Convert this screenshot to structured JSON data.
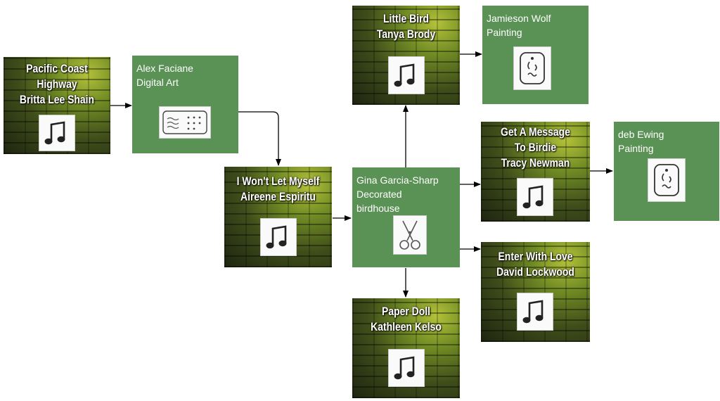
{
  "nodes": {
    "pacific": {
      "line1": "Pacific Coast",
      "line2": "Highway",
      "line3": "Britta Lee Shain",
      "icon": "music-note-icon"
    },
    "alex": {
      "name": "Alex Faciane",
      "type": "Digital Art",
      "icon": "digital-art-icon"
    },
    "aireene": {
      "line1": "I Won't Let Myself",
      "line2": "Aireene Espiritu",
      "icon": "music-note-icon"
    },
    "gina": {
      "name": "Gina Garcia-Sharp",
      "type1": "Decorated",
      "type2": "birdhouse",
      "icon": "scissors-icon"
    },
    "littlebird": {
      "line1": "Little Bird",
      "line2": "Tanya Brody",
      "icon": "music-note-icon"
    },
    "jamieson": {
      "name": "Jamieson Wolf",
      "type": "Painting",
      "icon": "painting-icon"
    },
    "getmessage": {
      "line1": "Get A Message",
      "line2": "To Birdie",
      "line3": "Tracy Newman",
      "icon": "music-note-icon"
    },
    "deb": {
      "name": "deb Ewing",
      "type": "Painting",
      "icon": "painting-icon"
    },
    "enter": {
      "line1": "Enter With Love",
      "line2": "David Lockwood",
      "icon": "music-note-icon"
    },
    "paperdoll": {
      "line1": "Paper Doll",
      "line2": "Kathleen Kelso",
      "icon": "music-note-icon"
    }
  },
  "colors": {
    "green_box": "#5a9155",
    "arrow": "#000000",
    "text": "#ffffff"
  }
}
